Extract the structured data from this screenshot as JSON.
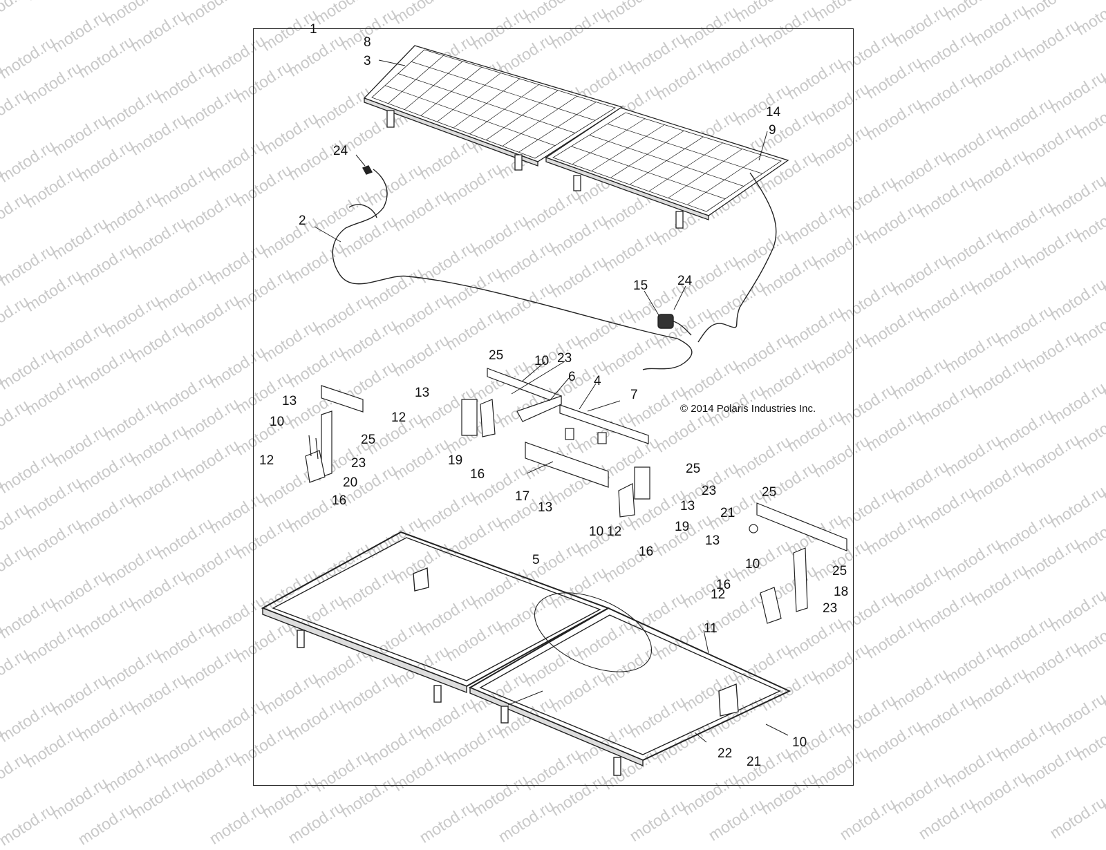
{
  "watermark": "motod.ru",
  "copyright": "© 2014 Polaris Industries Inc.",
  "callouts": [
    {
      "id": "c1",
      "text": "1"
    },
    {
      "id": "c8",
      "text": "8"
    },
    {
      "id": "c3",
      "text": "3"
    },
    {
      "id": "c14",
      "text": "14"
    },
    {
      "id": "c9",
      "text": "9"
    },
    {
      "id": "c24a",
      "text": "24"
    },
    {
      "id": "c2",
      "text": "2"
    },
    {
      "id": "c15",
      "text": "15"
    },
    {
      "id": "c24b",
      "text": "24"
    },
    {
      "id": "c25a",
      "text": "25"
    },
    {
      "id": "c10a",
      "text": "10"
    },
    {
      "id": "c23a",
      "text": "23"
    },
    {
      "id": "c6",
      "text": "6"
    },
    {
      "id": "c4",
      "text": "4"
    },
    {
      "id": "c7",
      "text": "7"
    },
    {
      "id": "c13a",
      "text": "13"
    },
    {
      "id": "c12a",
      "text": "12"
    },
    {
      "id": "c19a",
      "text": "19"
    },
    {
      "id": "c16a",
      "text": "16"
    },
    {
      "id": "c13b",
      "text": "13"
    },
    {
      "id": "c10b",
      "text": "10"
    },
    {
      "id": "c25b",
      "text": "25"
    },
    {
      "id": "c12b",
      "text": "12"
    },
    {
      "id": "c23b",
      "text": "23"
    },
    {
      "id": "c20",
      "text": "20"
    },
    {
      "id": "c16b",
      "text": "16"
    },
    {
      "id": "c25c",
      "text": "25"
    },
    {
      "id": "c23c",
      "text": "23"
    },
    {
      "id": "c13c",
      "text": "13"
    },
    {
      "id": "c17",
      "text": "17"
    },
    {
      "id": "c13d",
      "text": "13"
    },
    {
      "id": "c19b",
      "text": "19"
    },
    {
      "id": "c10c",
      "text": "10"
    },
    {
      "id": "c12c",
      "text": "12"
    },
    {
      "id": "c16c",
      "text": "16"
    },
    {
      "id": "c25d",
      "text": "25"
    },
    {
      "id": "c21a",
      "text": "21"
    },
    {
      "id": "c13e",
      "text": "13"
    },
    {
      "id": "c25e",
      "text": "25"
    },
    {
      "id": "c10d",
      "text": "10"
    },
    {
      "id": "c18",
      "text": "18"
    },
    {
      "id": "c16d",
      "text": "16"
    },
    {
      "id": "c12d",
      "text": "12"
    },
    {
      "id": "c23d",
      "text": "23"
    },
    {
      "id": "c5",
      "text": "5"
    },
    {
      "id": "c11",
      "text": "11"
    },
    {
      "id": "c22",
      "text": "22"
    },
    {
      "id": "c10e",
      "text": "10"
    },
    {
      "id": "c21b",
      "text": "21"
    }
  ]
}
